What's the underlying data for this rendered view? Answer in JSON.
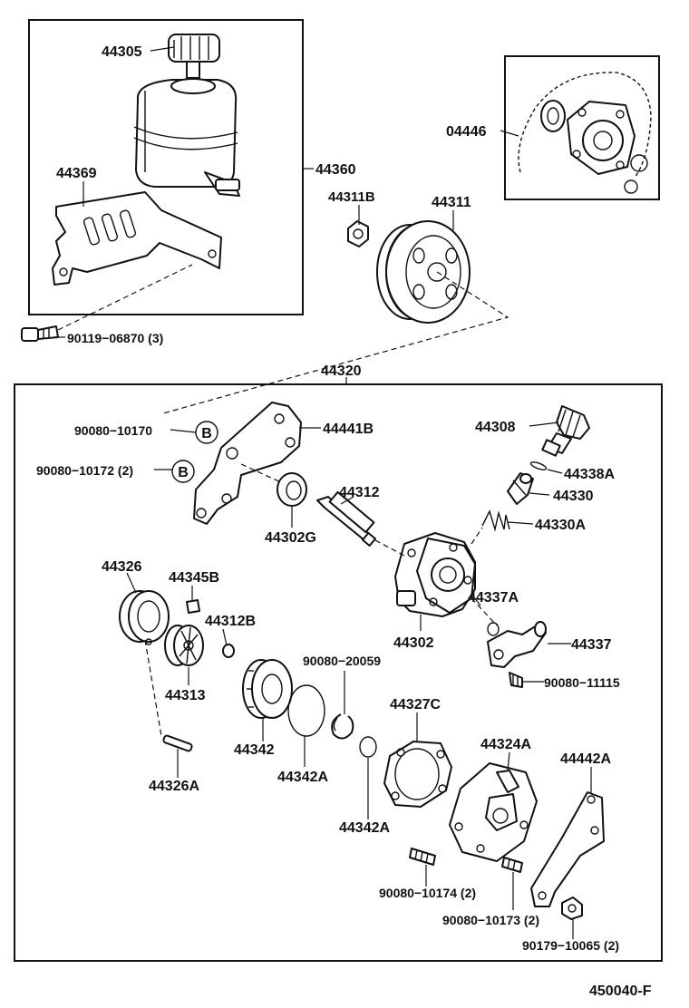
{
  "diagram_id": "450040-F",
  "labels": {
    "p44305": "44305",
    "p44369": "44369",
    "p44360": "44360",
    "p90119_06870": "90119−06870 (3)",
    "p04446": "04446",
    "p44311B": "44311B",
    "p44311": "44311",
    "p44320": "44320",
    "p90080_10170": "90080−10170",
    "p90080_10172": "90080−10172 (2)",
    "p44441B": "44441B",
    "p44308": "44308",
    "p44338A": "44338A",
    "p44330": "44330",
    "p44312": "44312",
    "p44302G": "44302G",
    "p44330A": "44330A",
    "p44326": "44326",
    "p44345B": "44345B",
    "p44312B": "44312B",
    "p44337A": "44337A",
    "p44302": "44302",
    "p44337": "44337",
    "p44313": "44313",
    "p90080_20059": "90080−20059",
    "p90080_11115": "90080−11115",
    "p44342": "44342",
    "p44342A_1": "44342A",
    "p44327C": "44327C",
    "p44324A": "44324A",
    "p44442A": "44442A",
    "p44326A": "44326A",
    "p44342A_2": "44342A",
    "p90080_10174": "90080−10174 (2)",
    "p90080_10173": "90080−10173 (2)",
    "p90179_10065": "90179−10065 (2)",
    "callout_b": "B"
  }
}
